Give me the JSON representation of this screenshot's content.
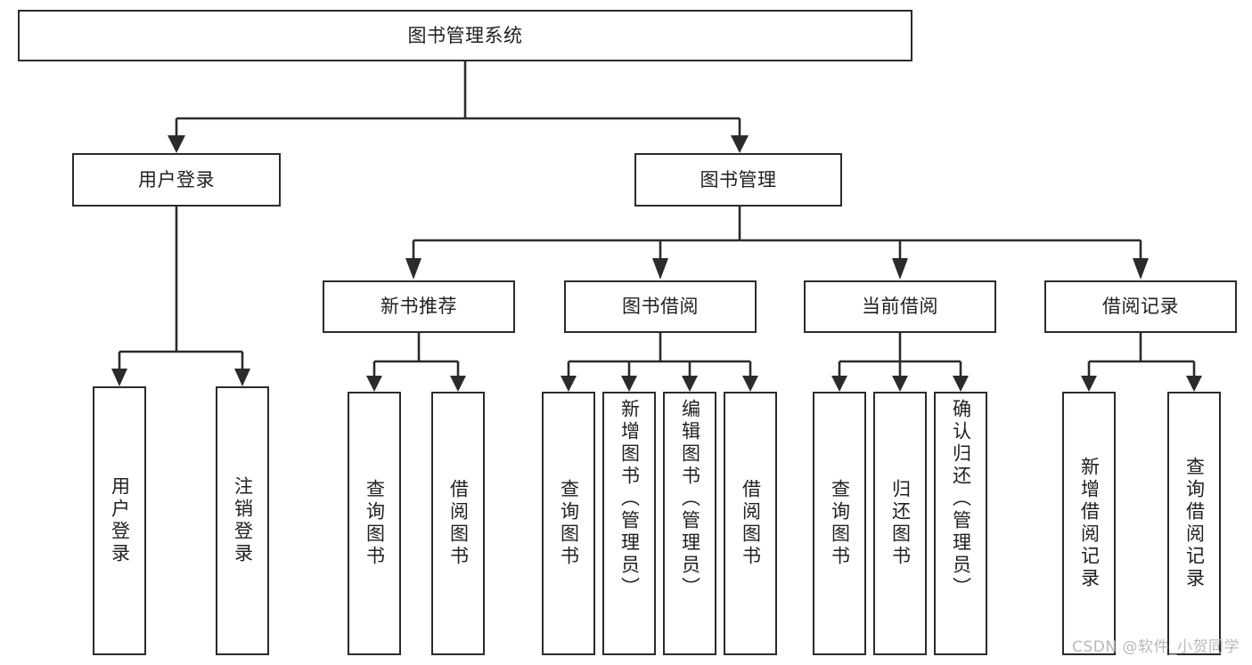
{
  "diagram": {
    "title": "图书管理系统",
    "type": "hierarchy-tree",
    "root": {
      "label": "图书管理系统"
    },
    "level2": [
      {
        "label": "用户登录"
      },
      {
        "label": "图书管理"
      }
    ],
    "level3": [
      {
        "label": "新书推荐"
      },
      {
        "label": "图书借阅"
      },
      {
        "label": "当前借阅"
      },
      {
        "label": "借阅记录"
      }
    ],
    "leaves": {
      "user_login": [
        {
          "label": "用户登录"
        },
        {
          "label": "注销登录"
        }
      ],
      "new_book_recommend": [
        {
          "label": "查询图书"
        },
        {
          "label": "借阅图书"
        }
      ],
      "book_borrow": [
        {
          "label": "查询图书"
        },
        {
          "label": "新增图书（管理员）"
        },
        {
          "label": "编辑图书（管理员）"
        },
        {
          "label": "借阅图书"
        }
      ],
      "current_borrow": [
        {
          "label": "查询图书"
        },
        {
          "label": "归还图书"
        },
        {
          "label": "确认归还（管理员）"
        }
      ],
      "borrow_record": [
        {
          "label": "新增借阅记录"
        },
        {
          "label": "查询借阅记录"
        }
      ]
    }
  },
  "watermark": {
    "text": "CSDN @软件_小贺同学"
  },
  "colors": {
    "stroke": "#2b2b2b",
    "fill": "#ffffff",
    "text": "#1f1f1f",
    "watermark": "#b9b9b9"
  }
}
